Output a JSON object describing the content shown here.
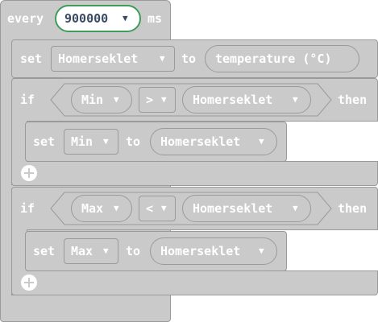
{
  "every_block": {
    "every_label": "every",
    "interval_value": "900000",
    "unit_label": "ms"
  },
  "set_block_1": {
    "set_label": "set",
    "variable": "Homerseklet",
    "to_label": "to",
    "value": "temperature (°C)"
  },
  "if_block_1": {
    "if_label": "if",
    "left_operand": "Min",
    "operator": ">",
    "right_operand": "Homerseklet",
    "then_label": "then",
    "set_label": "set",
    "set_variable": "Min",
    "to_label": "to",
    "set_value": "Homerseklet"
  },
  "if_block_2": {
    "if_label": "if",
    "left_operand": "Max",
    "operator": "<",
    "right_operand": "Homerseklet",
    "then_label": "then",
    "set_label": "set",
    "set_variable": "Max",
    "to_label": "to",
    "set_value": "Homerseklet"
  },
  "colors": {
    "block_fill": "#cacaca",
    "block_border": "#9a9a9a",
    "label_text": "#ffffff",
    "timer_field_text": "#3a4a62",
    "timer_field_border": "#3f9c5a"
  },
  "icons": {
    "dropdown": "caret-down-icon",
    "add": "plus-circle-icon"
  }
}
